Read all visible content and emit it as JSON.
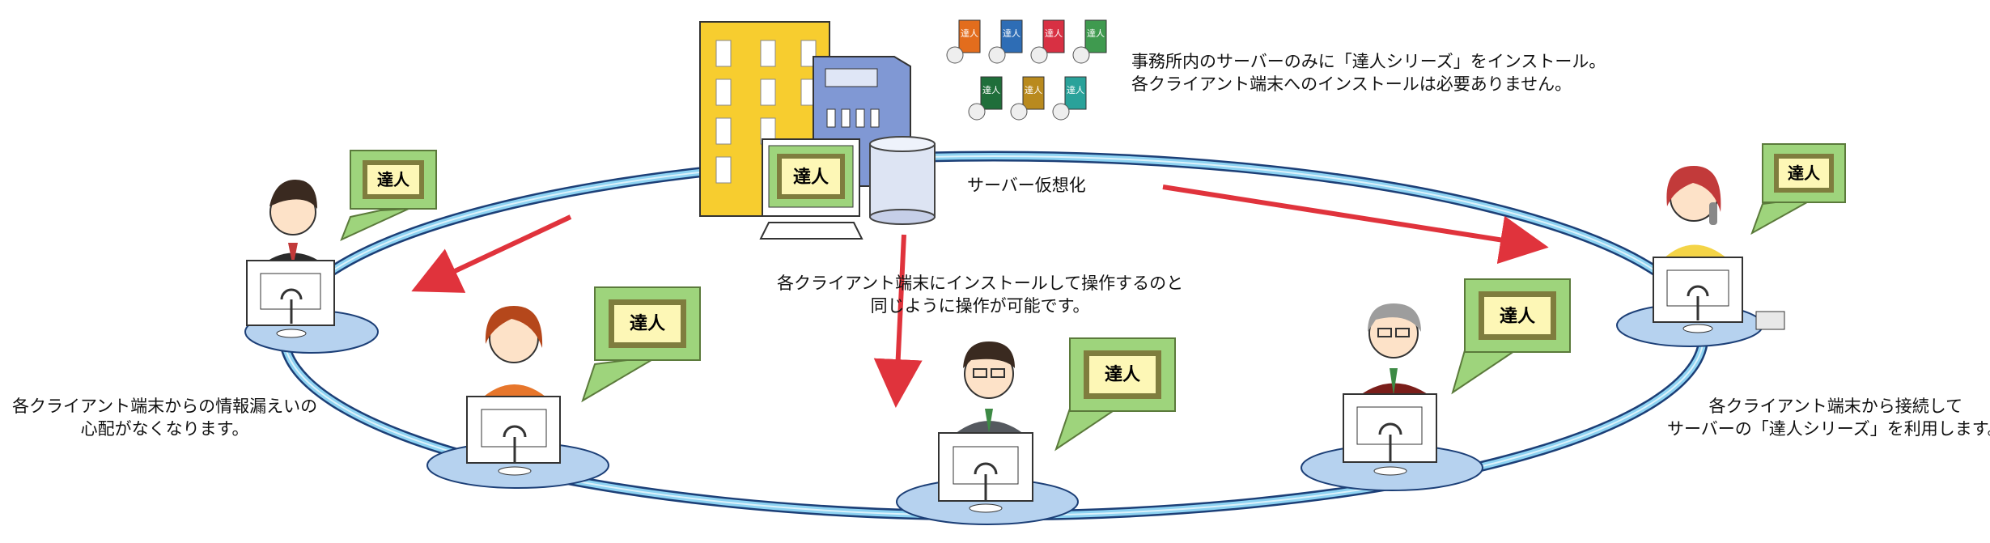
{
  "product_label": "達人",
  "captions": {
    "install": [
      "事務所内のサーバーのみに「達人シリーズ」をインストール。",
      "各クライアント端末へのインストールは必要ありません。"
    ],
    "virtualization": "サーバー仮想化",
    "same_operation": [
      "各クライアント端末にインストールして操作するのと",
      "同じように操作が可能です。"
    ],
    "no_leak": [
      "各クライアント端末からの情報漏えいの",
      "心配がなくなります。"
    ],
    "connect": [
      "各クライアント端末から接続して",
      "サーバーの「達人シリーズ」を利用します。"
    ]
  },
  "colors": {
    "ring_outer": "#1c3f77",
    "ring_inner": "#8ed3f2",
    "arrow": "#e0333c",
    "bubble_green": "#9ed47c",
    "badge_olive": "#7f7d3e",
    "badge_cream": "#fdf7b6",
    "desk_blue": "#b6d2ef",
    "building_yellow": "#f7cd2f",
    "server_blue": "#8098d4"
  }
}
